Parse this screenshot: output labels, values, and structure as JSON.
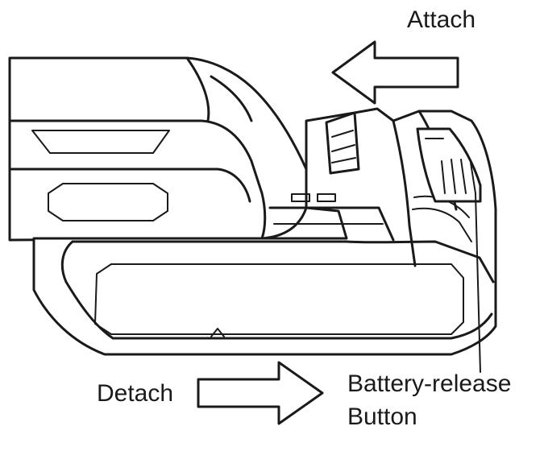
{
  "labels": {
    "attach": "Attach",
    "detach": "Detach",
    "release_line1": "Battery-release",
    "release_line2": "Button"
  },
  "icons": [
    "attach-arrow-icon",
    "detach-arrow-icon"
  ]
}
